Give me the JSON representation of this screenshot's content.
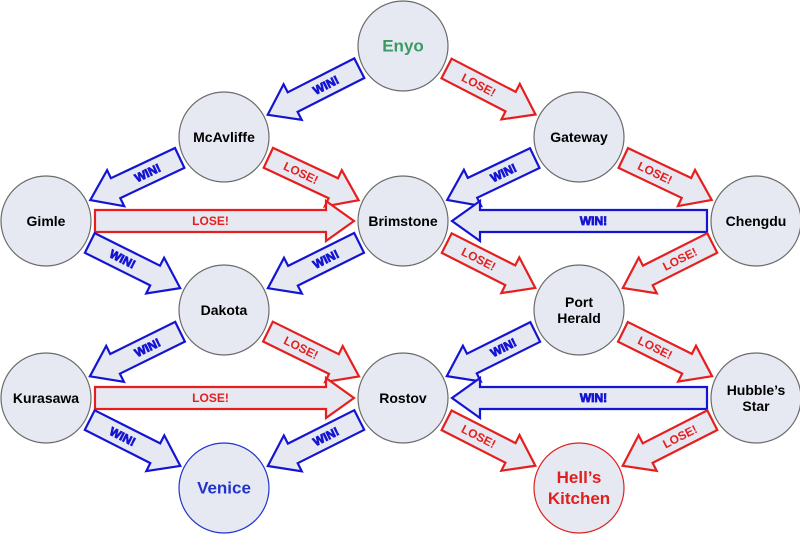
{
  "nodes": [
    {
      "id": "enyo",
      "lines": [
        "Enyo"
      ],
      "tone": "green"
    },
    {
      "id": "mcavliffe",
      "lines": [
        "McAvliffe"
      ],
      "tone": "black"
    },
    {
      "id": "gateway",
      "lines": [
        "Gateway"
      ],
      "tone": "black"
    },
    {
      "id": "gimle",
      "lines": [
        "Gimle"
      ],
      "tone": "black"
    },
    {
      "id": "brimstone",
      "lines": [
        "Brimstone"
      ],
      "tone": "black"
    },
    {
      "id": "chengdu",
      "lines": [
        "Chengdu"
      ],
      "tone": "black"
    },
    {
      "id": "dakota",
      "lines": [
        "Dakota"
      ],
      "tone": "black"
    },
    {
      "id": "port-herald",
      "lines": [
        "Port",
        "Herald"
      ],
      "tone": "black"
    },
    {
      "id": "kurasawa",
      "lines": [
        "Kurasawa"
      ],
      "tone": "black"
    },
    {
      "id": "rostov",
      "lines": [
        "Rostov"
      ],
      "tone": "black"
    },
    {
      "id": "hubbles-star",
      "lines": [
        "Hubble’s",
        "Star"
      ],
      "tone": "black"
    },
    {
      "id": "venice",
      "lines": [
        "Venice"
      ],
      "tone": "blue"
    },
    {
      "id": "hells-kitchen",
      "lines": [
        "Hell’s",
        "Kitchen"
      ],
      "tone": "red"
    }
  ],
  "edges": [
    {
      "from": "enyo",
      "to": "mcavliffe",
      "label": "WIN!",
      "type": "win"
    },
    {
      "from": "enyo",
      "to": "gateway",
      "label": "LOSE!",
      "type": "lose"
    },
    {
      "from": "mcavliffe",
      "to": "gimle",
      "label": "WIN!",
      "type": "win"
    },
    {
      "from": "mcavliffe",
      "to": "brimstone",
      "label": "LOSE!",
      "type": "lose"
    },
    {
      "from": "gateway",
      "to": "brimstone",
      "label": "WIN!",
      "type": "win"
    },
    {
      "from": "gateway",
      "to": "chengdu",
      "label": "LOSE!",
      "type": "lose"
    },
    {
      "from": "gimle",
      "to": "brimstone",
      "label": "LOSE!",
      "type": "lose"
    },
    {
      "from": "chengdu",
      "to": "brimstone",
      "label": "WIN!",
      "type": "win"
    },
    {
      "from": "gimle",
      "to": "dakota",
      "label": "WIN!",
      "type": "win"
    },
    {
      "from": "brimstone",
      "to": "dakota",
      "label": "WIN!",
      "type": "win"
    },
    {
      "from": "brimstone",
      "to": "port-herald",
      "label": "LOSE!",
      "type": "lose"
    },
    {
      "from": "chengdu",
      "to": "port-herald",
      "label": "LOSE!",
      "type": "lose"
    },
    {
      "from": "dakota",
      "to": "kurasawa",
      "label": "WIN!",
      "type": "win"
    },
    {
      "from": "dakota",
      "to": "rostov",
      "label": "LOSE!",
      "type": "lose"
    },
    {
      "from": "port-herald",
      "to": "rostov",
      "label": "WIN!",
      "type": "win"
    },
    {
      "from": "port-herald",
      "to": "hubbles-star",
      "label": "LOSE!",
      "type": "lose"
    },
    {
      "from": "kurasawa",
      "to": "rostov",
      "label": "LOSE!",
      "type": "lose"
    },
    {
      "from": "hubbles-star",
      "to": "rostov",
      "label": "WIN!",
      "type": "win"
    },
    {
      "from": "kurasawa",
      "to": "venice",
      "label": "WIN!",
      "type": "win"
    },
    {
      "from": "rostov",
      "to": "venice",
      "label": "WIN!",
      "type": "win"
    },
    {
      "from": "rostov",
      "to": "hells-kitchen",
      "label": "LOSE!",
      "type": "lose"
    },
    {
      "from": "hubbles-star",
      "to": "hells-kitchen",
      "label": "LOSE!",
      "type": "lose"
    }
  ],
  "colors": {
    "win": "#1414d2",
    "lose": "#e61e1e",
    "node_fill": "#e6e9f2",
    "start": "#3a9a63"
  }
}
